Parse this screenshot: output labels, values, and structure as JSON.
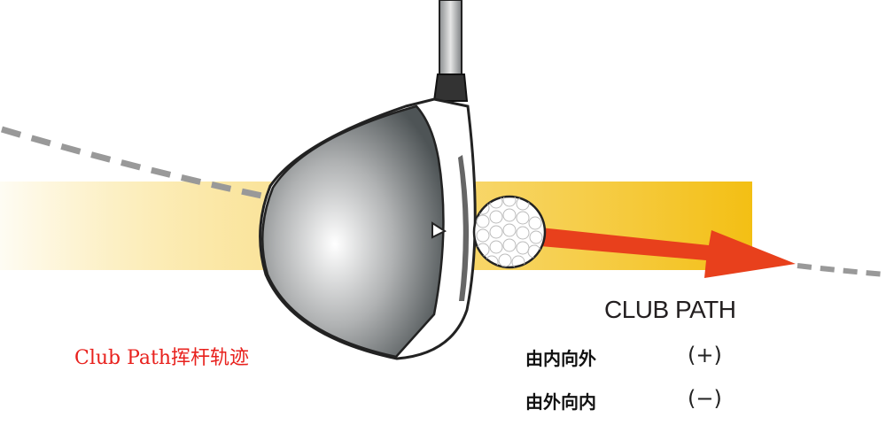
{
  "caption": "Club Path挥杆轨迹",
  "legend": {
    "title": "CLUB PATH",
    "rows": [
      {
        "label": "由内向外",
        "sign": "(+)"
      },
      {
        "label": "由外向内",
        "sign": "(−)"
      }
    ]
  },
  "colors": {
    "band": "#f5c518",
    "arrow": "#e8401c",
    "path_line": "#999999",
    "caption": "#e8211d"
  }
}
